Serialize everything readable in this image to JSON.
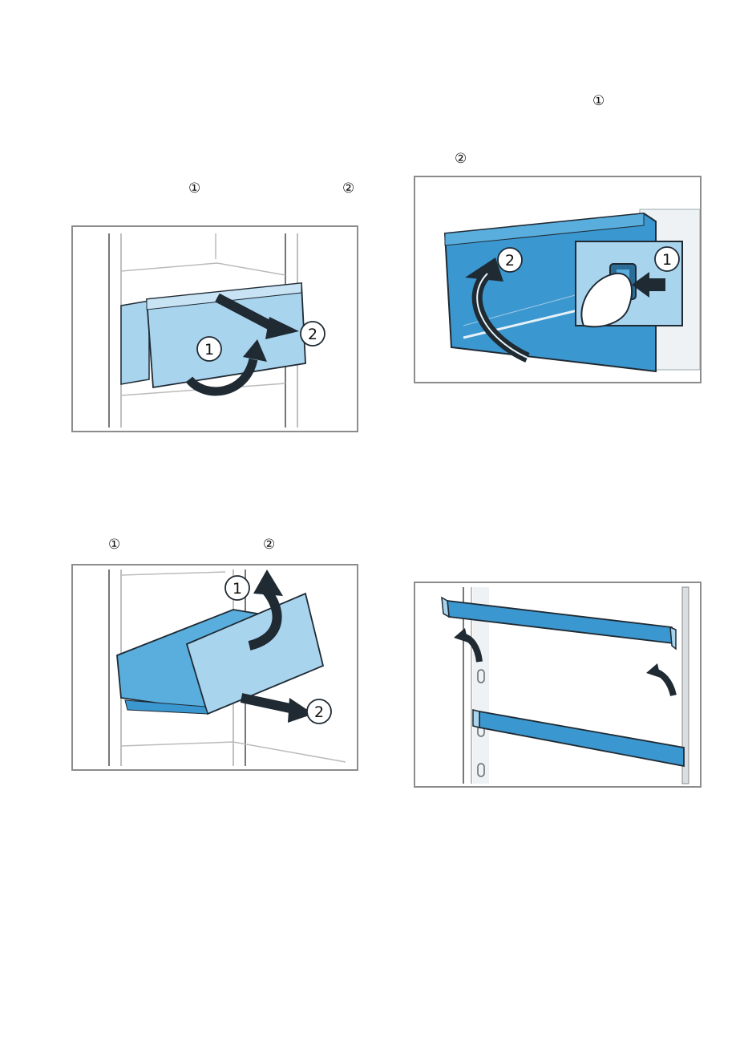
{
  "step_markers": {
    "marker_a_1": "①",
    "marker_a_2": "②",
    "marker_b_1": "①",
    "marker_b_2": "②",
    "marker_c_1": "①",
    "marker_c_2": "②"
  },
  "figures": {
    "fig1": {
      "callout_1": "1",
      "callout_2": "2"
    },
    "fig2": {
      "callout_1": "1",
      "callout_2": "2"
    },
    "fig3": {
      "callout_1": "1",
      "callout_2": "2"
    }
  },
  "colors": {
    "frame": "#8c8c8c",
    "light_blue": "#a9d4ee",
    "mid_blue": "#3b97cf",
    "dark_outline": "#1f2a33"
  }
}
